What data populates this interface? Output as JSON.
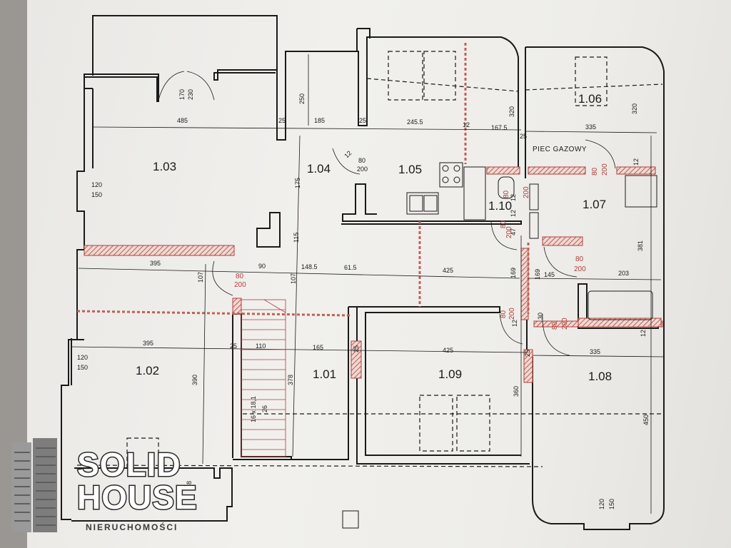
{
  "rooms": [
    {
      "id": "1.01",
      "label": "1.01"
    },
    {
      "id": "1.02",
      "label": "1.02"
    },
    {
      "id": "1.03",
      "label": "1.03"
    },
    {
      "id": "1.04",
      "label": "1.04"
    },
    {
      "id": "1.05",
      "label": "1.05"
    },
    {
      "id": "1.06",
      "label": "1.06"
    },
    {
      "id": "1.07",
      "label": "1.07"
    },
    {
      "id": "1.08",
      "label": "1.08"
    },
    {
      "id": "1.09",
      "label": "1.09"
    },
    {
      "id": "1.10",
      "label": "1.10"
    }
  ],
  "annotations": {
    "gas_stove": "PIEC GAZOWY",
    "stairs": "16 x 18,1",
    "stairs_depth": "26"
  },
  "dimensions": {
    "d485": "485",
    "d25a": "25",
    "d185": "185",
    "d25b": "25",
    "d245": "245.5",
    "d12a": "12",
    "d167": "167.5",
    "d25c": "25",
    "d335a": "335",
    "d250": "250",
    "d320a": "320",
    "d320b": "320",
    "d170": "170",
    "d230": "230",
    "d120a": "120",
    "d150a": "150",
    "d175": "175",
    "d115": "115",
    "d12b": "12",
    "d395a": "395",
    "d90": "90",
    "d148": "148.5",
    "d61": "61.5",
    "d425a": "425",
    "d169a": "169",
    "d145": "145",
    "d203": "203",
    "d381": "381",
    "d107a": "107",
    "d107b": "107",
    "d169b": "169",
    "d30": "30",
    "d12c": "12",
    "d12d": "12",
    "d395b": "395",
    "d25d": "25",
    "d110": "110",
    "d165": "165",
    "d25e": "25",
    "d425b": "425",
    "d25f": "25",
    "d335b": "335",
    "d120b": "120",
    "d150b": "150",
    "d390": "390",
    "d378": "378",
    "d360": "360",
    "d450": "450",
    "d98": "98",
    "d120c": "120",
    "d150c": "150",
    "d47": "47",
    "d12e": "12",
    "d12f": "12",
    "d12g": "12"
  },
  "doors": {
    "door_a_w": "80",
    "door_a_h": "200",
    "door_b_w": "80",
    "door_b_h": "200",
    "door_c_w": "80",
    "door_c_h": "200",
    "door_d_w": "80",
    "door_d_h": "200",
    "door_e_w": "80",
    "door_e_h": "200",
    "door_f_w": "80",
    "door_f_h": "200",
    "door_g_w": "80",
    "door_g_h": "200",
    "door_h_w": "80",
    "door_h_h": "200"
  },
  "logo": {
    "line1": "SOLID",
    "line2": "HOUSE",
    "sub": "NIERUCHOMOŚCI"
  },
  "colors": {
    "wall": "#1a1a1a",
    "new_wall": "#b0403a",
    "paper": "#eeede9"
  }
}
